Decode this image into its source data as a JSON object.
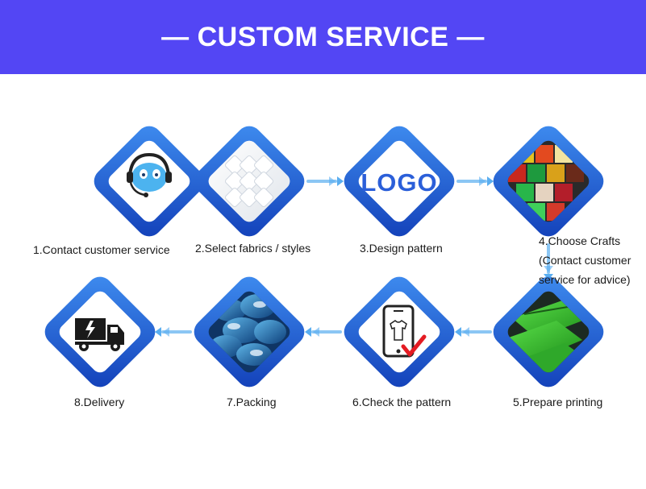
{
  "header": {
    "title": "— CUSTOM SERVICE —"
  },
  "colors": {
    "banner": "#5346f4",
    "frame": "#1e63d8",
    "arrow": "#4aa3ea"
  },
  "steps": [
    {
      "label": "1.Contact customer service",
      "icon": "headset-robot-icon"
    },
    {
      "label": "2.Select fabrics / styles",
      "icon": "fabric-swatch-icon"
    },
    {
      "label": "3.Design pattern",
      "icon": "logo-text-icon",
      "icon_text": "LOGO"
    },
    {
      "lines": [
        "4.Choose Crafts",
        "(Contact customer",
        "service for advice)"
      ],
      "icon": "crafts-collage-icon"
    },
    {
      "label": "5.Prepare printing",
      "icon": "printing-table-icon"
    },
    {
      "label": "6.Check the pattern",
      "icon": "phone-tshirt-check-icon"
    },
    {
      "label": "7.Packing",
      "icon": "packing-bags-icon"
    },
    {
      "label": "8.Delivery",
      "icon": "delivery-truck-icon"
    }
  ]
}
